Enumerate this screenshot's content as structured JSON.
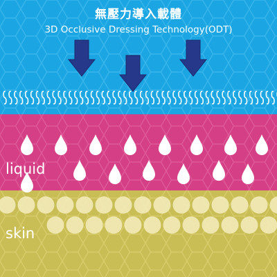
{
  "title_zh": "無壓力導入載體",
  "title_en": "3D Occlusive Dressing Technology(ODT)",
  "layers": {
    "liquid_label": "liquid",
    "skin_label": "skin"
  },
  "colors": {
    "top_layer": "#1ba6e3",
    "liquid_layer": "#d43f86",
    "skin_layer": "#c9bd55",
    "arrow": "#25388a",
    "drop": "#ffffff",
    "cell": "#f2ecbb",
    "wave": "#ffffff"
  },
  "icons": {
    "arrow": "arrow-down-icon",
    "drop": "water-drop-icon",
    "cell": "skin-cell-icon",
    "membrane": "membrane-wave"
  }
}
